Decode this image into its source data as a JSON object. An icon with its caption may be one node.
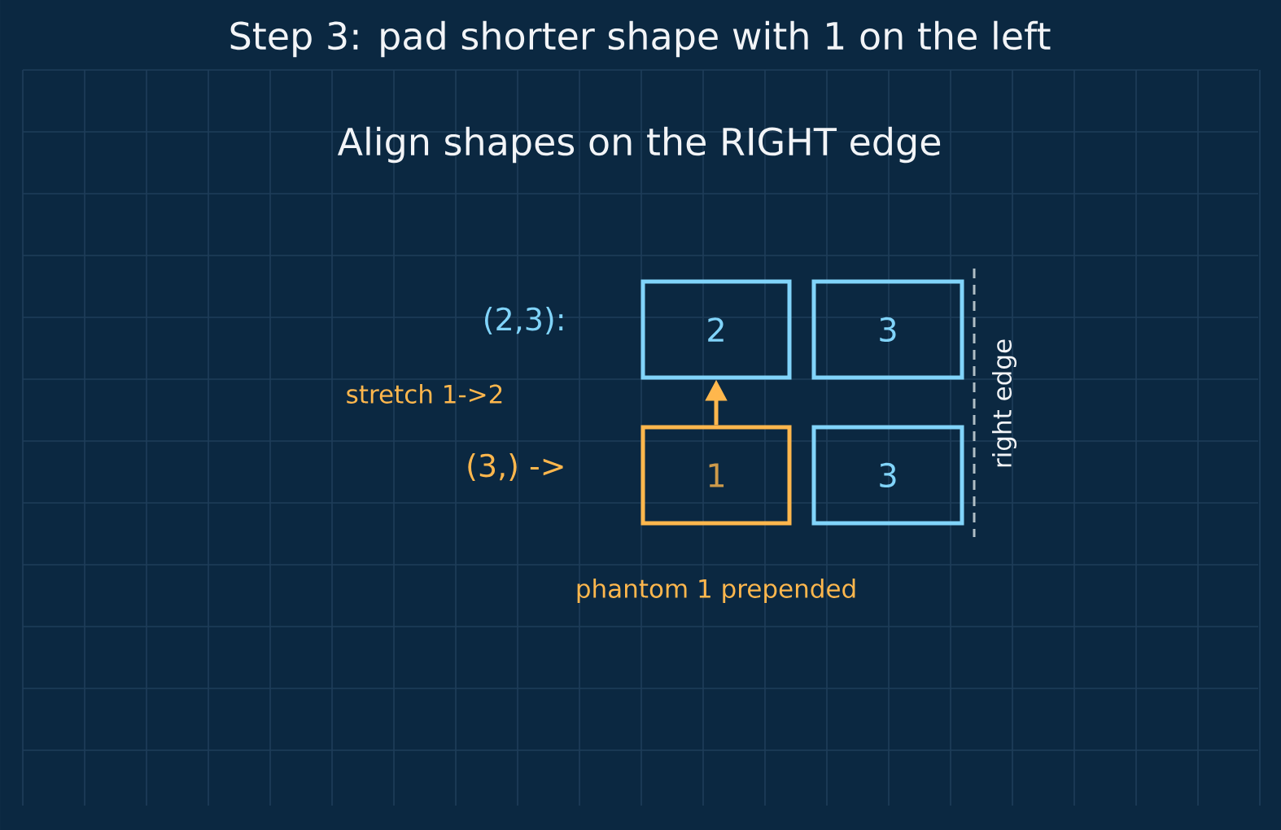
{
  "diagram": {
    "title": "Step 3: pad shorter shape with 1 on the left",
    "nodes": [
      {
        "text": [
          "2"
        ]
      },
      {
        "text": [
          "3"
        ]
      },
      {
        "text": [
          "1"
        ]
      },
      {
        "text": [
          "3"
        ]
      }
    ],
    "edges": [
      {
        "from": 2,
        "to": 0,
        "arrow": "to"
      }
    ],
    "labels": [
      "Align shapes on the RIGHT edge",
      "(2,3):",
      "stretch 1->2",
      "(3,) ->",
      "right edge",
      "phantom 1 prepended"
    ]
  }
}
